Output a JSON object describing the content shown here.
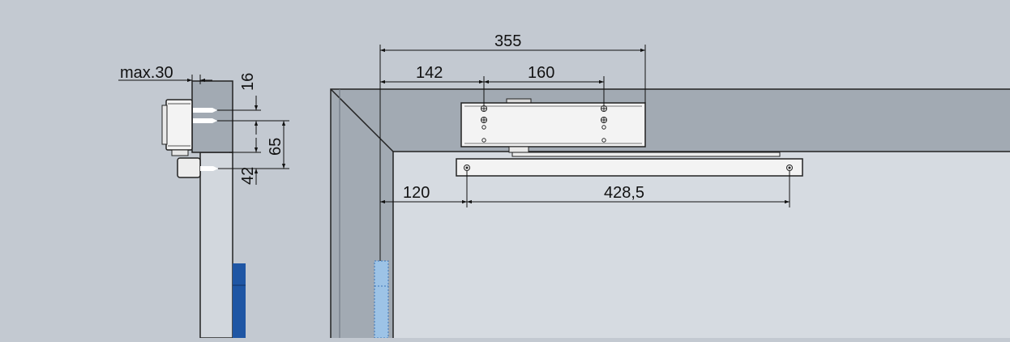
{
  "side_view": {
    "label_max": "max.30",
    "dim_top": "16",
    "dim_mid": "65",
    "dim_bottom": "42"
  },
  "front_view": {
    "dim_total": "355",
    "dim_left": "142",
    "dim_hole_spacing": "160",
    "dim_offset": "120",
    "dim_arm": "428,5"
  },
  "colors": {
    "background": "#c3c9d1",
    "frame": "#a2aab3",
    "opening": "#d6dbe1",
    "closer_body": "#f2f2f2",
    "hinge_blue": "#1f56a4",
    "light_blue": "#9dc3e6"
  }
}
